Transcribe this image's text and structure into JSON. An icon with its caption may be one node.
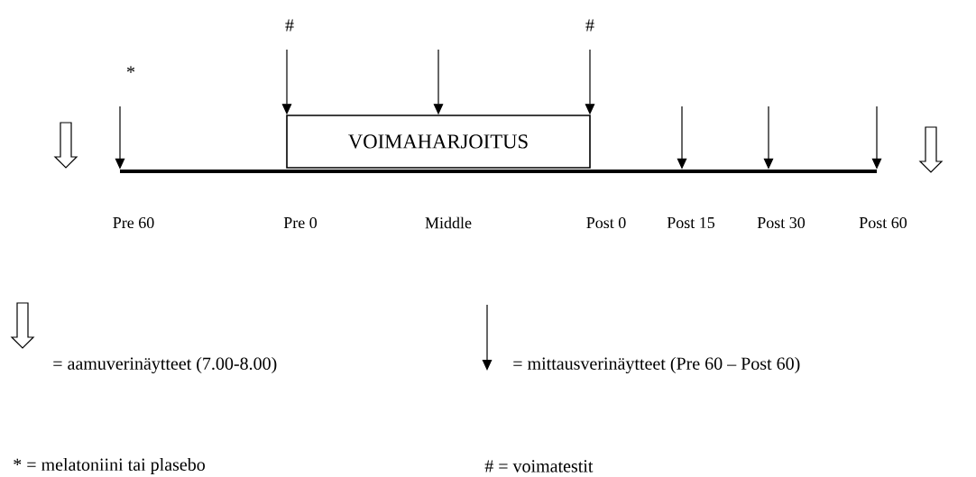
{
  "diagram": {
    "nodes": [
      {
        "text": [
          "VOIMAHARJOITUS"
        ]
      },
      {
        "text": [],
        "shape": "bar"
      }
    ],
    "edges": [
      {
        "from": null,
        "to": 1,
        "arrow": "to"
      },
      {
        "from": null,
        "to": 0,
        "arrow": "to"
      },
      {
        "from": null,
        "to": 0,
        "arrow": "to"
      },
      {
        "from": null,
        "to": 0,
        "arrow": "to"
      },
      {
        "from": null,
        "to": 1,
        "arrow": "to"
      },
      {
        "from": null,
        "to": 1,
        "arrow": "to"
      },
      {
        "from": null,
        "to": 1,
        "arrow": "to"
      }
    ],
    "labels": [
      "#",
      "#",
      "*",
      "Pre 60",
      "Pre 0",
      "Middle",
      "Post 0",
      "Post 15",
      "Post 30",
      "Post 60"
    ],
    "legend": [
      {
        "text": "= aamuverinäytteet (7.00-8.00)"
      },
      {
        "text": "= mittausverinäytteet (Pre 60 – Post 60)"
      },
      {
        "text": "* = melatoniini tai plasebo"
      },
      {
        "text": "# = voimatestit"
      }
    ]
  }
}
